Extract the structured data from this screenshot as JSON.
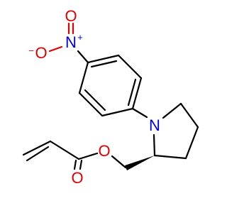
{
  "colors": {
    "bond": "#000000",
    "oxygen": "#e00000",
    "nitrogen": "#0000e0",
    "background": "#ffffff"
  },
  "atoms": {
    "nitro_n": "N",
    "nitro_n_charge": "+",
    "nitro_o_top": "O",
    "nitro_o_left": "O",
    "nitro_o_left_charge": "−",
    "pyrrolidine_n": "N",
    "ester_o": "O",
    "carbonyl_o": "O"
  }
}
